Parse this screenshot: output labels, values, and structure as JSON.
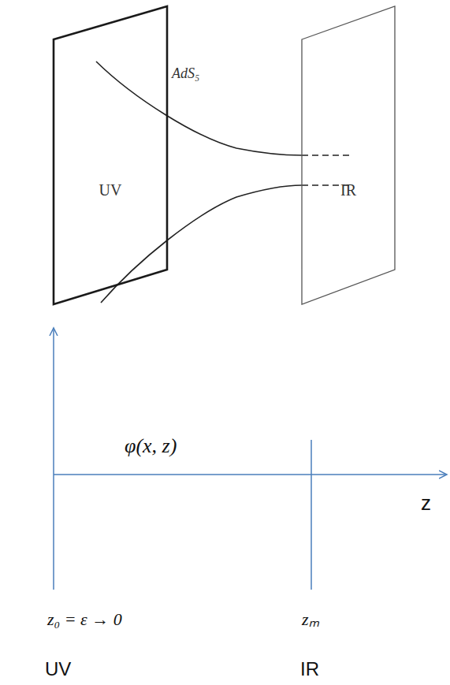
{
  "diagram": {
    "nodes": [
      {
        "text": [
          "UV"
        ]
      },
      {
        "text": [
          "IR"
        ]
      }
    ],
    "labels": [
      "AdS₅",
      "φ(x, z)",
      "z",
      "z₀ = ε → 0",
      "zₘ",
      "UV",
      "IR"
    ]
  }
}
